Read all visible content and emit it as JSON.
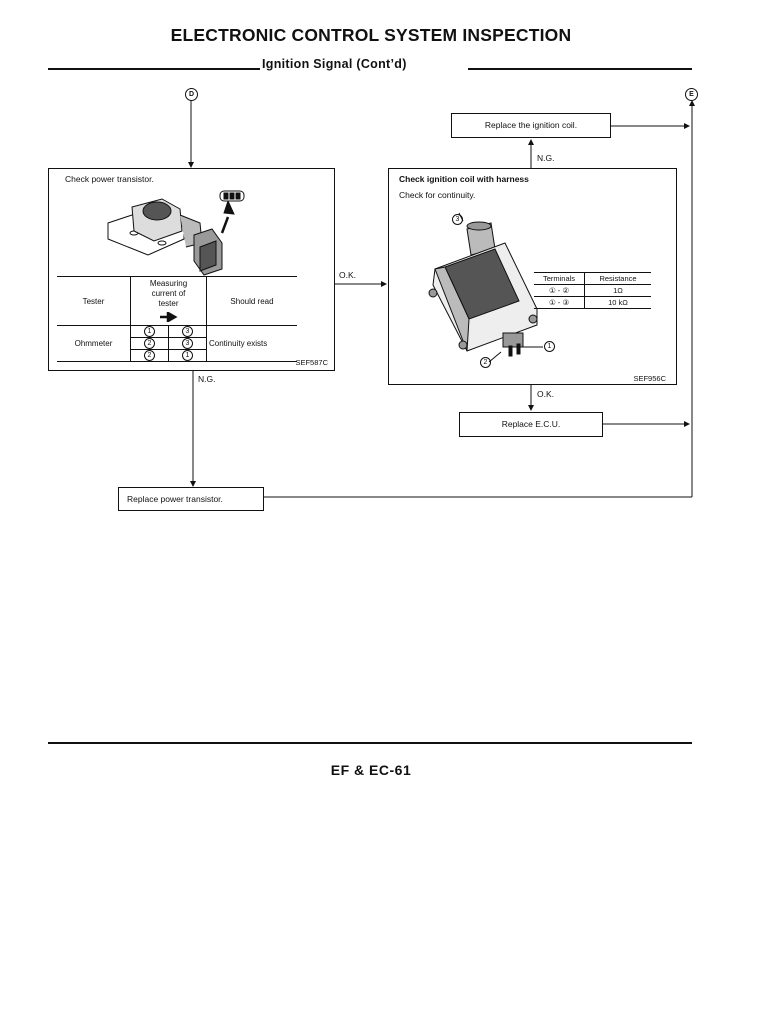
{
  "header": {
    "title": "ELECTRONIC CONTROL SYSTEM INSPECTION",
    "subtitle": "Ignition Signal (Cont’d)"
  },
  "connectors": {
    "in": "D",
    "out": "E"
  },
  "power_transistor": {
    "box_title": "Check power transistor.",
    "table": {
      "col_tester": "Tester",
      "col_measuring": "Measuring current of tester",
      "col_should_read": "Should read",
      "tester": "Ohmmeter",
      "pairs": [
        [
          "1",
          "3"
        ],
        [
          "2",
          "3"
        ],
        [
          "2",
          "1"
        ]
      ],
      "result": "Continuity exists"
    },
    "figure_code": "SEF587C",
    "ok_label": "O.K.",
    "ng_label": "N.G.",
    "replace_label": "Replace power transistor."
  },
  "ignition_coil": {
    "box_title": "Check ignition coil with harness",
    "box_subtitle": "Check for continuity.",
    "table": {
      "col_terminals": "Terminals",
      "col_resistance": "Resistance",
      "rows": [
        {
          "terminals": "① - ②",
          "resistance": "1Ω"
        },
        {
          "terminals": "① - ③",
          "resistance": "10 kΩ"
        }
      ]
    },
    "terminal_labels": [
      "1",
      "2",
      "3"
    ],
    "figure_code": "SEF956C",
    "ng_label": "N.G.",
    "ok_label": "O.K.",
    "replace_coil_label": "Replace the ignition coil.",
    "replace_ecu_label": "Replace E.C.U."
  },
  "footer": {
    "page_number": "EF & EC-61"
  }
}
